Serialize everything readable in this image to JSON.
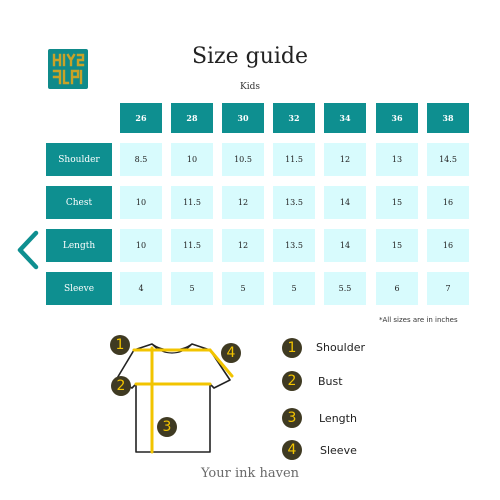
{
  "header": {
    "title": "Size guide",
    "subtitle": "Kids"
  },
  "logo": {
    "icon": "kaleidoscope-logo-icon",
    "color": "#0f8a8a",
    "accent": "#c9a227"
  },
  "table": {
    "sizes": [
      "26",
      "28",
      "30",
      "32",
      "34",
      "36",
      "38"
    ],
    "rows": [
      {
        "label": "Shoulder",
        "values": [
          "8.5",
          "10",
          "10.5",
          "11.5",
          "12",
          "13",
          "14.5"
        ]
      },
      {
        "label": "Chest",
        "values": [
          "10",
          "11.5",
          "12",
          "13.5",
          "14",
          "15",
          "16"
        ]
      },
      {
        "label": "Length",
        "values": [
          "10",
          "11.5",
          "12",
          "13.5",
          "14",
          "15",
          "16"
        ]
      },
      {
        "label": "Sleeve",
        "values": [
          "4",
          "5",
          "5",
          "5",
          "5.5",
          "6",
          "7"
        ]
      }
    ],
    "note": "*All sizes are in inches"
  },
  "nav": {
    "back_icon": "chevron-left-icon"
  },
  "diagram": {
    "markers": [
      "1",
      "2",
      "3",
      "4"
    ]
  },
  "legend": [
    {
      "num": "1",
      "label": "Shoulder"
    },
    {
      "num": "2",
      "label": "Bust"
    },
    {
      "num": "3",
      "label": "Length"
    },
    {
      "num": "4",
      "label": "Sleeve"
    }
  ],
  "footer": {
    "text": "Your ink haven"
  },
  "colors": {
    "teal": "#0e8f90",
    "cell": "#d8fbfd",
    "marker": "#3f3a22",
    "yellow": "#f2c400"
  }
}
